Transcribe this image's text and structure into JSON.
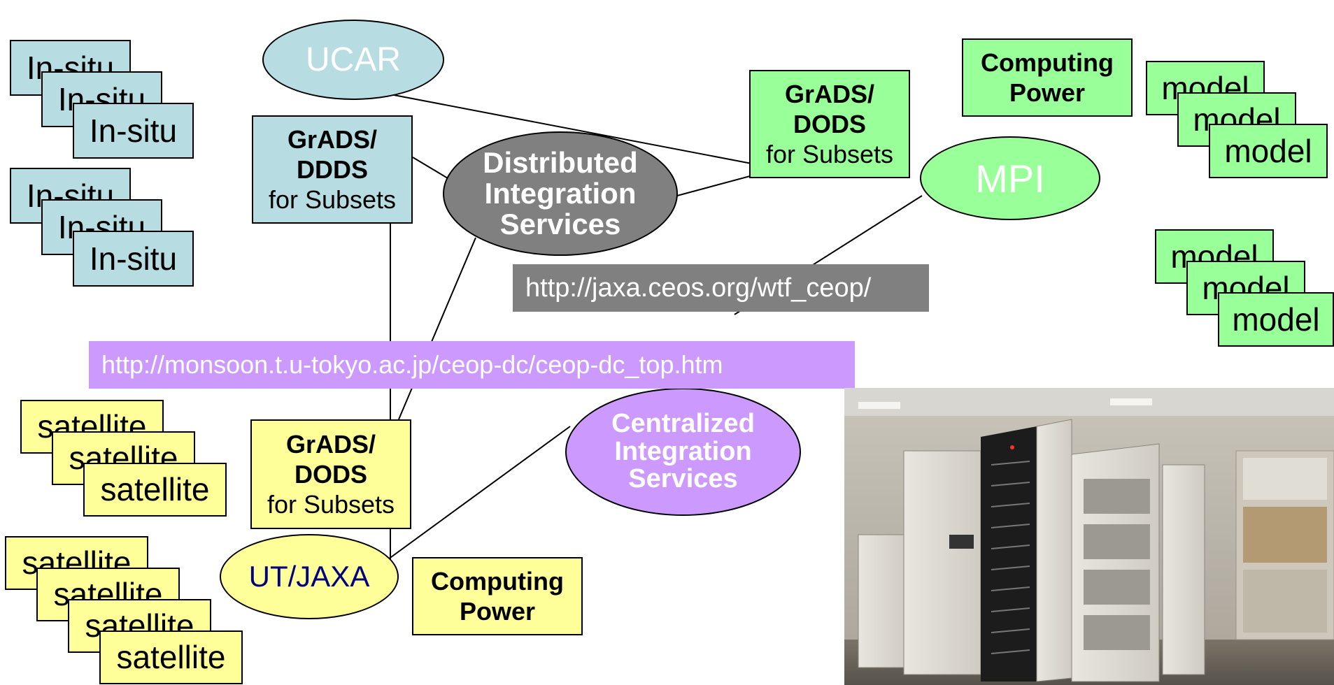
{
  "in_situ": {
    "group1": [
      "In-situ",
      "In-situ",
      "In-situ"
    ],
    "group2": [
      "In-situ",
      "In-situ",
      "In-situ"
    ]
  },
  "satellite": {
    "group1": [
      "satellite",
      "satellite",
      "satellite"
    ],
    "group2": [
      "satellite",
      "satellite",
      "satellite",
      "satellite"
    ]
  },
  "model": {
    "group1": [
      "model",
      "model",
      "model"
    ],
    "group2": [
      "model",
      "model",
      "model"
    ]
  },
  "nodes": {
    "ucar": "UCAR",
    "mpi": "MPI",
    "ut_jaxa": "UT/JAXA",
    "distributed": [
      "Distributed",
      "Integration",
      "Services"
    ],
    "centralized": [
      "Centralized",
      "Integration",
      "Services"
    ]
  },
  "servers": {
    "blue": {
      "line1": "GrADS/",
      "line2": "DDDS",
      "line3": "for Subsets"
    },
    "green": {
      "line1": "GrADS/",
      "line2": "DODS",
      "line3": "for Subsets"
    },
    "yellow": {
      "line1": "GrADS/",
      "line2": "DODS",
      "line3": "for Subsets"
    }
  },
  "computing": {
    "green": {
      "line1": "Computing",
      "line2": "Power"
    },
    "yellow": {
      "line1": "Computing",
      "line2": "Power"
    }
  },
  "urls": {
    "jaxa": "http://jaxa.ceos.org/wtf_ceop/",
    "monsoon": "http://monsoon.t.u-tokyo.ac.jp/ceop-dc/ceop-dc_top.htm"
  },
  "colors": {
    "blue": "#b7dde3",
    "green": "#99ff99",
    "yellow": "#ffff99",
    "purple": "#cc99ff",
    "gray_node": "#808080",
    "url_gray": "#808080",
    "url_purple": "#cc99ff",
    "ut_jaxa_text": "#000080"
  }
}
